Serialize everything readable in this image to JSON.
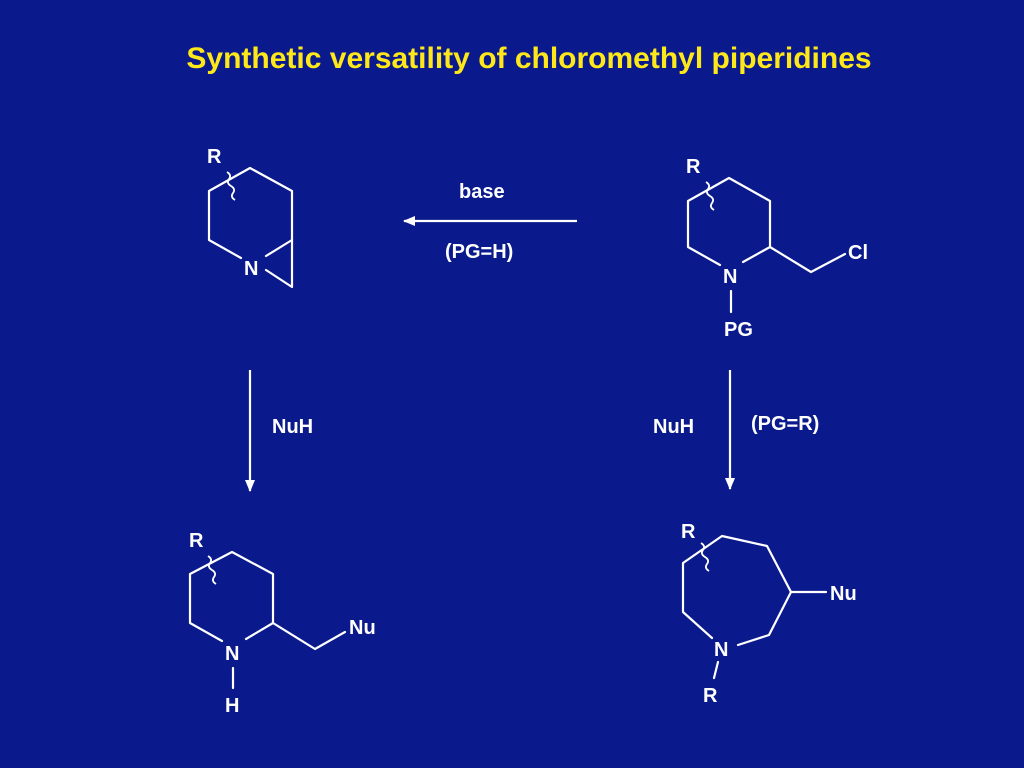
{
  "title": "Synthetic versatility of chloromethyl piperidines",
  "colors": {
    "background": "#0a1a8c",
    "title": "#ffe81a",
    "structure": "#ffffff"
  },
  "start_material": {
    "r_label": "R",
    "n_label": "N",
    "cl_label": "Cl",
    "pg_label": "PG"
  },
  "bicyclic_aziridine": {
    "r_label": "R",
    "n_label": "N"
  },
  "piperidine_product": {
    "r_label": "R",
    "n_label": "N",
    "h_label": "H",
    "nu_label": "Nu"
  },
  "azepane_product": {
    "r_label": "R",
    "n_label": "N",
    "n_sub_label": "R",
    "nu_label": "Nu"
  },
  "arrow_top": {
    "reagent": "base",
    "condition": "(PG=H)"
  },
  "arrow_left": {
    "reagent": "NuH"
  },
  "arrow_right": {
    "reagent": "NuH",
    "condition": "(PG=R)"
  }
}
